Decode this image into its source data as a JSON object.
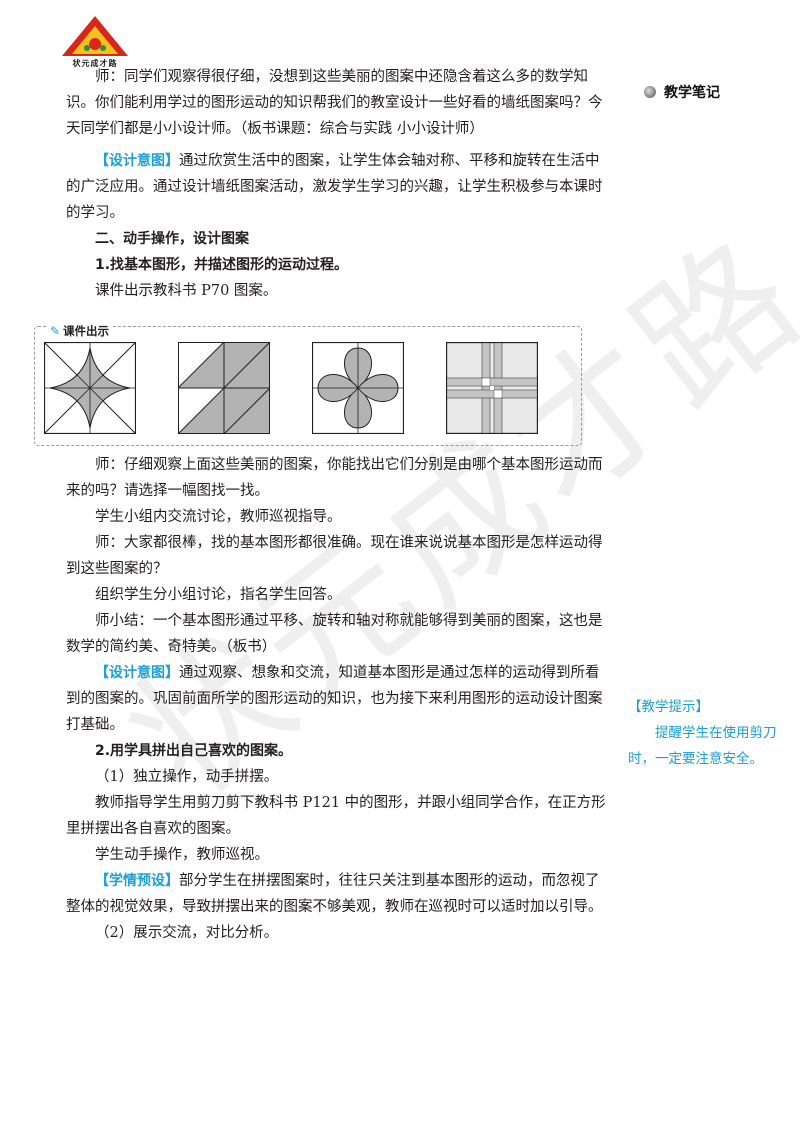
{
  "logo": {
    "text": "状元成才路"
  },
  "sidebar": {
    "notes_title": "教学笔记"
  },
  "watermark": "状元成才路",
  "content": {
    "p1": "师：同学们观察得很仔细，没想到这些美丽的图案中还隐含着这么多的数学知识。你们能利用学过的图形运动的知识帮我们的教室设计一些好看的墙纸图案吗？今天同学们都是小小设计师。（板书课题：综合与实践 小小设计师）",
    "tag_design1": "【设计意图】",
    "p2": "通过欣赏生活中的图案，让学生体会轴对称、平移和旋转在生活中的广泛应用。通过设计墙纸图案活动，激发学生学习的兴趣，让学生积极参与本课时的学习。",
    "h_section2": "二、动手操作，设计图案",
    "h_step1": "1.找基本图形，并描述图形的运动过程。",
    "p3": "课件出示教科书 P70 图案。",
    "figure_label": "课件出示",
    "p4": "师：仔细观察上面这些美丽的图案，你能找出它们分别是由哪个基本图形运动而来的吗？请选择一幅图找一找。",
    "p5": "学生小组内交流讨论，教师巡视指导。",
    "p6": "师：大家都很棒，找的基本图形都很准确。现在谁来说说基本图形是怎样运动得到这些图案的？",
    "p7": "组织学生分小组讨论，指名学生回答。",
    "p8": "师小结：一个基本图形通过平移、旋转和轴对称就能够得到美丽的图案，这也是数学的简约美、奇特美。（板书）",
    "tag_design2": "【设计意图】",
    "p9": "通过观察、想象和交流，知道基本图形是通过怎样的运动得到所看到的图案的。巩固前面所学的图形运动的知识，也为接下来利用图形的运动设计图案打基础。",
    "h_step2": "2.用学具拼出自己喜欢的图案。",
    "p10": "（1）独立操作，动手拼摆。",
    "p11": "教师指导学生用剪刀剪下教科书 P121 中的图形，并跟小组同学合作，在正方形里拼摆出各自喜欢的图案。",
    "p12": "学生动手操作，教师巡视。",
    "tag_preset": "【学情预设】",
    "p13": "部分学生在拼摆图案时，往往只关注到基本图形的运动，而忽视了整体的视觉效果，导致拼摆出来的图案不够美观，教师在巡视时可以适时加以引导。",
    "p14": "（2）展示交流，对比分析。"
  },
  "hint": {
    "title": "【教学提示】",
    "body": "提醒学生在使用剪刀时，一定要注意安全。"
  },
  "colors": {
    "accent": "#1e9fd6",
    "fill_gray": "#b3b3b3"
  }
}
